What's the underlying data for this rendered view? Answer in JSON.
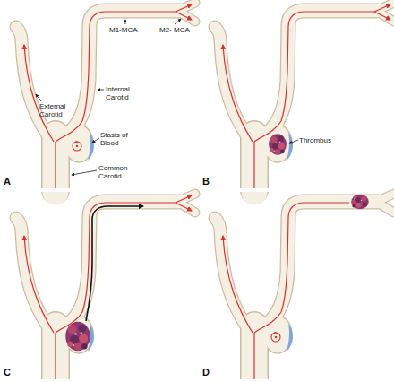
{
  "diagram": {
    "labels": [
      "M1-MCA",
      "M2- MCA",
      "External Carotid",
      "Internal Carotid",
      "Stasis of Blood",
      "Common Carotid",
      "A",
      "Thrombus",
      "B",
      "C",
      "D"
    ]
  }
}
